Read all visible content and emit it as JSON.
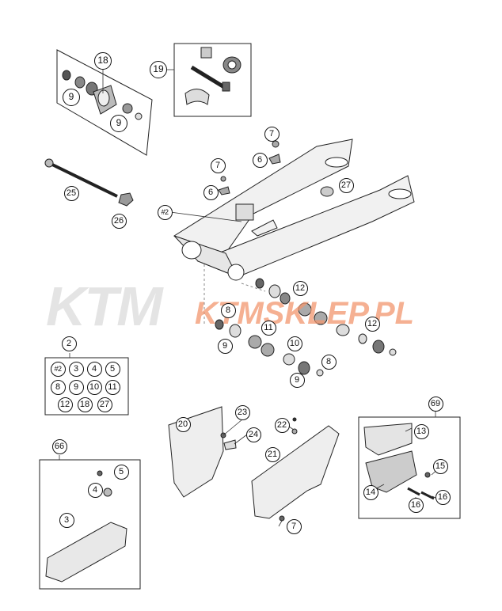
{
  "diagram": {
    "watermark_logo": "KTM",
    "watermark_url": "KTMSKLEP.PL",
    "callouts": {
      "c18": "18",
      "c19": "19",
      "c9a": "9",
      "c9b": "9",
      "c7a": "7",
      "c6a": "6",
      "c7b": "7",
      "c6b": "6",
      "c27": "27",
      "c25": "25",
      "c26": "26",
      "cx2": "#2",
      "c12a": "12",
      "c8a": "8",
      "c11": "11",
      "c12b": "12",
      "c9c": "9",
      "c10": "10",
      "c8b": "8",
      "c9d": "9",
      "c2": "2",
      "s_x2": "#2",
      "s3": "3",
      "s4": "4",
      "s5": "5",
      "s8": "8",
      "s9": "9",
      "s10": "10",
      "s11": "11",
      "s12": "12",
      "s18": "18",
      "s27": "27",
      "c66": "66",
      "c5": "5",
      "c4": "4",
      "c3": "3",
      "c20": "20",
      "c23": "23",
      "c24": "24",
      "c22": "22",
      "c21": "21",
      "c7c": "7",
      "c69": "69",
      "c13": "13",
      "c14": "14",
      "c15": "15",
      "c16a": "16",
      "c16b": "16"
    }
  }
}
